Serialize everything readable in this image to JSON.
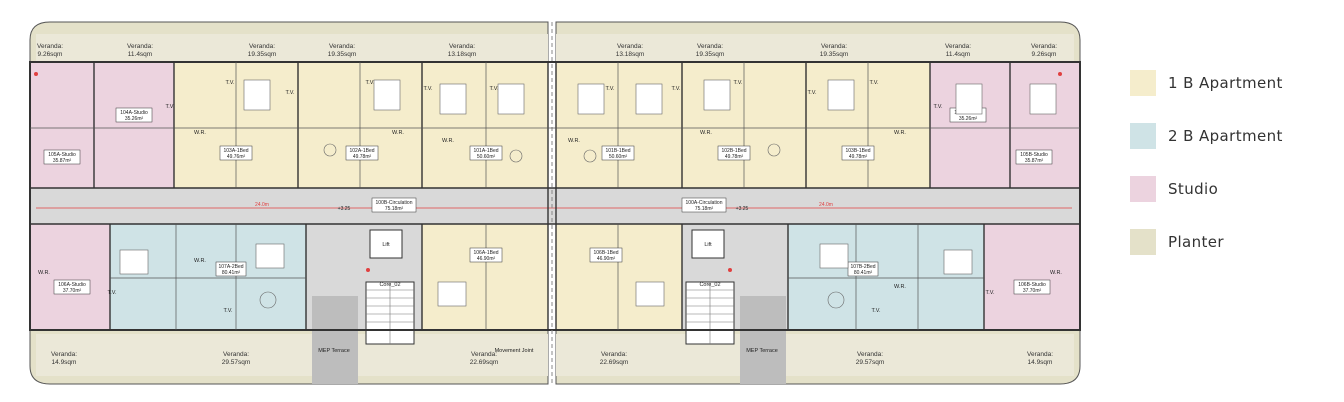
{
  "legend": {
    "items": [
      {
        "label": "1 B Apartment",
        "color": "#f5edcc"
      },
      {
        "label": "2 B Apartment",
        "color": "#cfe3e6"
      },
      {
        "label": "Studio",
        "color": "#ecd3df"
      },
      {
        "label": "Planter",
        "color": "#e4e1c9"
      }
    ]
  },
  "colors": {
    "one_bed": "#f5edcc",
    "two_bed": "#cfe3e6",
    "studio": "#ecd3df",
    "planter": "#e4e1c9",
    "circulation": "#d9d9d9",
    "terrace": "#bdbdbd",
    "wall": "#333333",
    "dim_line": "#e04040"
  },
  "plan": {
    "verandas_top": [
      {
        "label": "Veranda:",
        "area": "9.26sqm"
      },
      {
        "label": "Veranda:",
        "area": "11.4sqm"
      },
      {
        "label": "Veranda:",
        "area": "19.35sqm"
      },
      {
        "label": "Veranda:",
        "area": "19.35sqm"
      },
      {
        "label": "Veranda:",
        "area": "13.18sqm"
      },
      {
        "label": "Veranda:",
        "area": "13.18sqm"
      },
      {
        "label": "Veranda:",
        "area": "19.35sqm"
      },
      {
        "label": "Veranda:",
        "area": "19.35sqm"
      },
      {
        "label": "Veranda:",
        "area": "11.4sqm"
      },
      {
        "label": "Veranda:",
        "area": "9.26sqm"
      }
    ],
    "verandas_bottom": [
      {
        "label": "Veranda:",
        "area": "14.9sqm"
      },
      {
        "label": "Veranda:",
        "area": "29.57sqm"
      },
      {
        "label": "Veranda:",
        "area": "22.69sqm"
      },
      {
        "label": "Veranda:",
        "area": "22.69sqm"
      },
      {
        "label": "Veranda:",
        "area": "29.57sqm"
      },
      {
        "label": "Veranda:",
        "area": "14.9sqm"
      }
    ],
    "units_top": [
      {
        "name": "105A-Studio",
        "area": "35.87m²"
      },
      {
        "name": "104A-Studio",
        "area": "35.26m²"
      },
      {
        "name": "103A-1Bed",
        "area": "49.76m²"
      },
      {
        "name": "102A-1Bed",
        "area": "49.78m²"
      },
      {
        "name": "101A-1Bed",
        "area": "50.60m²"
      },
      {
        "name": "101B-1Bed",
        "area": "50.60m²"
      },
      {
        "name": "102B-1Bed",
        "area": "49.78m²"
      },
      {
        "name": "103B-1Bed",
        "area": "49.78m²"
      },
      {
        "name": "104B-Studio",
        "area": "35.26m²"
      },
      {
        "name": "105B-Studio",
        "area": "35.87m²"
      }
    ],
    "units_bottom": [
      {
        "name": "106A-Studio",
        "area": "37.70m²"
      },
      {
        "name": "107A-2Bed",
        "area": "80.41m²"
      },
      {
        "name": "106A-1Bed",
        "area": "46.90m²"
      },
      {
        "name": "106B-1Bed",
        "area": "46.90m²"
      },
      {
        "name": "107B-2Bed",
        "area": "80.41m²"
      },
      {
        "name": "106B-Studio",
        "area": "37.70m²"
      }
    ],
    "circulation": [
      {
        "name": "100B-Circulation",
        "area": "75.18m²"
      },
      {
        "name": "100A-Circulation",
        "area": "75.18m²"
      }
    ],
    "lift": "Lift",
    "core": "Core_02",
    "mep": "MEP Terrace",
    "movement_joint": "Movement Joint",
    "level": "+3.25",
    "dim_text": "24.0m",
    "tv": "T.V.",
    "wr": "W.R."
  }
}
